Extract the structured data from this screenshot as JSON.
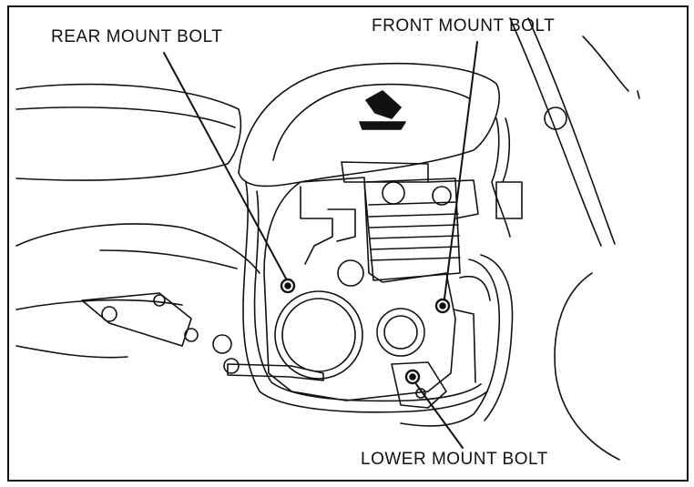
{
  "labels": {
    "rear_mount_bolt": "REAR MOUNT BOLT",
    "front_mount_bolt": "FRONT MOUNT BOLT",
    "lower_mount_bolt": "LOWER MOUNT BOLT"
  },
  "colors": {
    "ink": "#111111",
    "paper": "#ffffff"
  }
}
